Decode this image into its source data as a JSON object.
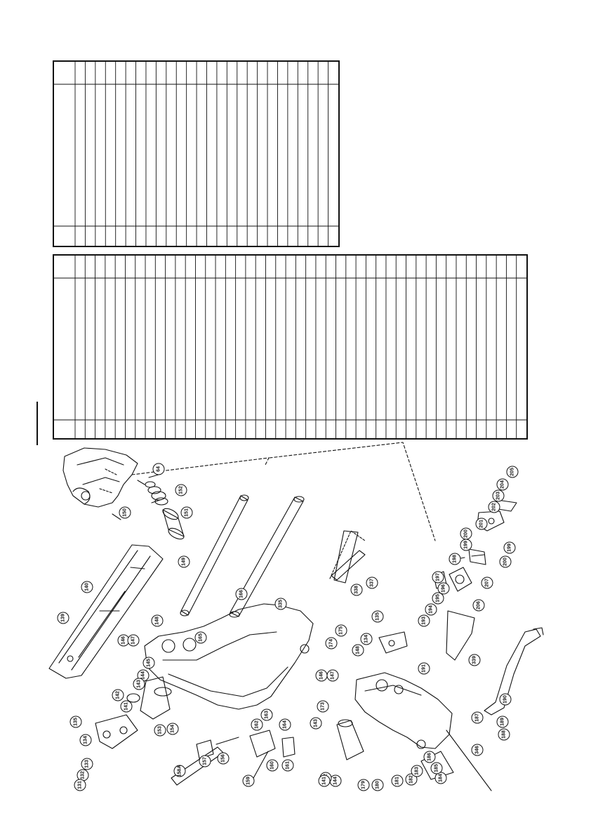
{
  "page": {
    "background": "#ffffff",
    "ink": "#111111"
  },
  "table_upper": {
    "columns": 26
  },
  "table_lower": {
    "columns": 45
  },
  "callouts": [
    {
      "label": "64"
    },
    {
      "label": "152"
    },
    {
      "label": "150"
    },
    {
      "label": "151"
    },
    {
      "label": "149"
    },
    {
      "label": "166"
    },
    {
      "label": "140"
    },
    {
      "label": "139"
    },
    {
      "label": "148"
    },
    {
      "label": "146"
    },
    {
      "label": "147"
    },
    {
      "label": "165"
    },
    {
      "label": "145"
    },
    {
      "label": "144"
    },
    {
      "label": "143"
    },
    {
      "label": "142"
    },
    {
      "label": "141"
    },
    {
      "label": "135"
    },
    {
      "label": "134"
    },
    {
      "label": "133"
    },
    {
      "label": "132"
    },
    {
      "label": "131"
    },
    {
      "label": "153"
    },
    {
      "label": "154"
    },
    {
      "label": "157"
    },
    {
      "label": "156"
    },
    {
      "label": "159"
    },
    {
      "label": "160"
    },
    {
      "label": "161"
    },
    {
      "label": "162"
    },
    {
      "label": "163"
    },
    {
      "label": "164"
    },
    {
      "label": "335"
    },
    {
      "label": "175"
    },
    {
      "label": "174"
    },
    {
      "label": "338"
    },
    {
      "label": "337"
    },
    {
      "label": "173"
    },
    {
      "label": "146"
    },
    {
      "label": "147"
    },
    {
      "label": "148"
    },
    {
      "label": "134"
    },
    {
      "label": "135"
    },
    {
      "label": "143"
    },
    {
      "label": "144"
    },
    {
      "label": "142"
    },
    {
      "label": "141"
    },
    {
      "label": "179"
    },
    {
      "label": "180"
    },
    {
      "label": "181"
    },
    {
      "label": "182"
    },
    {
      "label": "183"
    },
    {
      "label": "184"
    },
    {
      "label": "185"
    },
    {
      "label": "186"
    },
    {
      "label": "187"
    },
    {
      "label": "188"
    },
    {
      "label": "189"
    },
    {
      "label": "190"
    },
    {
      "label": "191"
    },
    {
      "label": "193"
    },
    {
      "label": "194"
    },
    {
      "label": "195"
    },
    {
      "label": "196"
    },
    {
      "label": "197"
    },
    {
      "label": "198"
    },
    {
      "label": "199"
    },
    {
      "label": "199"
    },
    {
      "label": "200"
    },
    {
      "label": "200"
    },
    {
      "label": "201"
    },
    {
      "label": "202"
    },
    {
      "label": "203"
    },
    {
      "label": "204"
    },
    {
      "label": "205"
    },
    {
      "label": "206"
    },
    {
      "label": "207"
    },
    {
      "label": "339"
    },
    {
      "label": "346"
    },
    {
      "label": "158A"
    }
  ]
}
